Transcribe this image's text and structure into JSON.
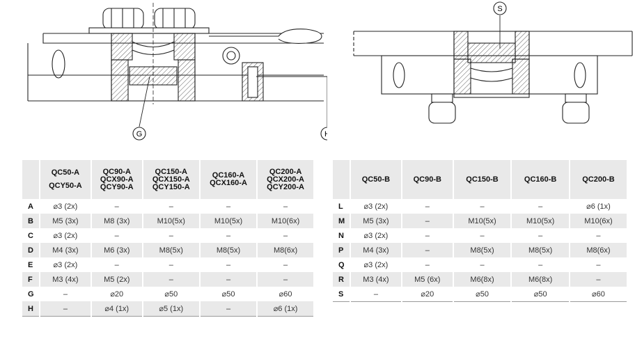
{
  "callouts": {
    "left_a": "G",
    "left_b": "H",
    "right": "S"
  },
  "table_left": {
    "headers": [
      [
        "QC50-A",
        "QCY50-A"
      ],
      [
        "QC90-A",
        "QCX90-A",
        "QCY90-A"
      ],
      [
        "QC150-A",
        "QCX150-A",
        "QCY150-A"
      ],
      [
        "QC160-A",
        "QCX160-A"
      ],
      [
        "QC200-A",
        "QCX200-A",
        "QCY200-A"
      ]
    ],
    "rows": [
      {
        "label": "A",
        "cells": [
          "⌀3 (2x)",
          "–",
          "–",
          "–",
          "–"
        ]
      },
      {
        "label": "B",
        "cells": [
          "M5 (3x)",
          "M8 (3x)",
          "M10(5x)",
          "M10(5x)",
          "M10(6x)"
        ]
      },
      {
        "label": "C",
        "cells": [
          "⌀3 (2x)",
          "–",
          "–",
          "–",
          "–"
        ]
      },
      {
        "label": "D",
        "cells": [
          "M4 (3x)",
          "M6 (3x)",
          "M8(5x)",
          "M8(5x)",
          "M8(6x)"
        ]
      },
      {
        "label": "E",
        "cells": [
          "⌀3 (2x)",
          "–",
          "–",
          "–",
          "–"
        ]
      },
      {
        "label": "F",
        "cells": [
          "M3 (4x)",
          "M5 (2x)",
          "–",
          "–",
          "–"
        ]
      },
      {
        "label": "G",
        "cells": [
          "–",
          "⌀20",
          "⌀50",
          "⌀50",
          "⌀60"
        ]
      },
      {
        "label": "H",
        "cells": [
          "–",
          "⌀4 (1x)",
          "⌀5 (1x)",
          "–",
          "⌀6 (1x)"
        ]
      }
    ]
  },
  "table_right": {
    "headers": [
      "QC50-B",
      "QC90-B",
      "QC150-B",
      "QC160-B",
      "QC200-B"
    ],
    "rows": [
      {
        "label": "L",
        "cells": [
          "⌀3 (2x)",
          "–",
          "–",
          "–",
          "⌀6 (1x)"
        ]
      },
      {
        "label": "M",
        "cells": [
          "M5 (3x)",
          "–",
          "M10(5x)",
          "M10(5x)",
          "M10(6x)"
        ]
      },
      {
        "label": "N",
        "cells": [
          "⌀3 (2x)",
          "–",
          "–",
          "–",
          "–"
        ]
      },
      {
        "label": "P",
        "cells": [
          "M4 (3x)",
          "–",
          "M8(5x)",
          "M8(5x)",
          "M8(6x)"
        ]
      },
      {
        "label": "Q",
        "cells": [
          "⌀3 (2x)",
          "–",
          "–",
          "–",
          "–"
        ]
      },
      {
        "label": "R",
        "cells": [
          "M3 (4x)",
          "M5 (6x)",
          "M6(8x)",
          "M6(8x)",
          "–"
        ]
      },
      {
        "label": "S",
        "cells": [
          "–",
          "⌀20",
          "⌀50",
          "⌀50",
          "⌀60"
        ]
      }
    ]
  }
}
